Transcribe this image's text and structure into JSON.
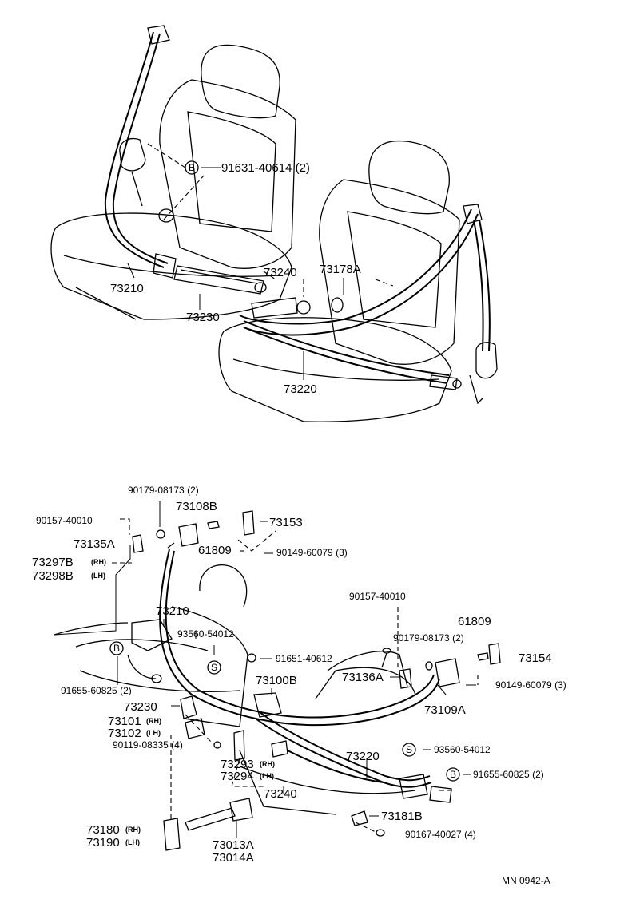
{
  "callouts": {
    "b_bolt_upper": "91631-40614 (2)",
    "p73210_upper": "73210",
    "p73230_upper": "73230",
    "p73240_upper": "73240",
    "p73178A": "73178A",
    "p73220_upper": "73220",
    "p90179_top": "90179-08173 (2)",
    "p73108B": "73108B",
    "p73153": "73153",
    "p90157_left": "90157-40010",
    "p73135A": "73135A",
    "p61809_left": "61809",
    "p90149_left": "90149-60079 (3)",
    "p73297B": "73297B",
    "p73298B": "73298B",
    "rh": "(RH)",
    "lh": "(LH)",
    "p73210_lower": "73210",
    "p93560_left": "93560-54012",
    "p91655_left": "91655-60825 (2)",
    "p73230_lower": "73230",
    "p73101": "73101",
    "p73102": "73102",
    "p90119": "90119-08335 (4)",
    "p91651": "91651-40612",
    "p73100B": "73100B",
    "p73136A": "73136A",
    "p90157_right": "90157-40010",
    "p61809_right": "61809",
    "p90179_right": "90179-08173 (2)",
    "p73154": "73154",
    "p90149_right": "90149-60079 (3)",
    "p73109A": "73109A",
    "p93560_right": "93560-54012",
    "p73220_lower": "73220",
    "p73293": "73293",
    "p73294": "73294",
    "p91655_right": "91655-60825 (2)",
    "p73240_lower": "73240",
    "p73181B": "73181B",
    "p90167": "90167-40027 (4)",
    "p73180": "73180",
    "p73190": "73190",
    "p73013A": "73013A",
    "p73014A": "73014A"
  },
  "markers": {
    "b": "B",
    "s": "S"
  },
  "diagram_code": "MN  0942-A"
}
